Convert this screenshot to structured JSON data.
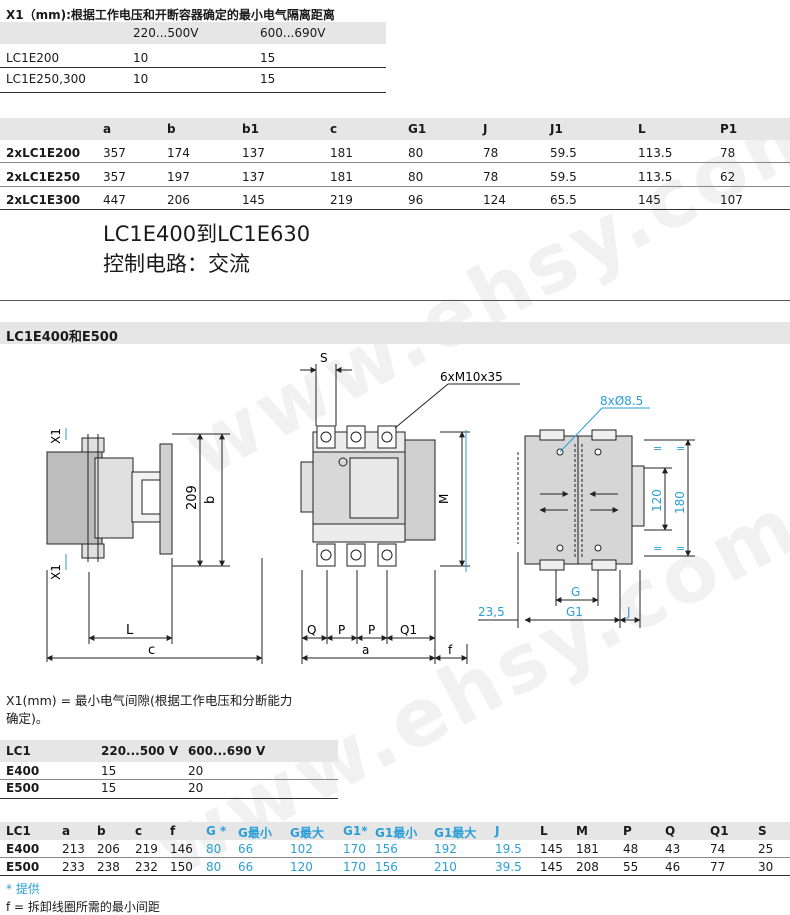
{
  "x1_table": {
    "title": "X1（mm):根据工作电压和开断容器确定的最小电气隔离距离",
    "headers": [
      "",
      "220...500V",
      "600...690V"
    ],
    "rows": [
      [
        "LC1E200",
        "10",
        "15"
      ],
      [
        "LC1E250,300",
        "10",
        "15"
      ]
    ]
  },
  "dim_table_1": {
    "headers": [
      "",
      "a",
      "b",
      "b1",
      "c",
      "G1",
      "J",
      "J1",
      "L",
      "P1"
    ],
    "rows": [
      [
        "2xLC1E200",
        "357",
        "174",
        "137",
        "181",
        "80",
        "78",
        "59.5",
        "113.5",
        "78"
      ],
      [
        "2xLC1E250",
        "357",
        "197",
        "137",
        "181",
        "80",
        "78",
        "59.5",
        "113.5",
        "62"
      ],
      [
        "2xLC1E300",
        "447",
        "206",
        "145",
        "219",
        "96",
        "124",
        "65.5",
        "145",
        "107"
      ]
    ]
  },
  "section_title": {
    "line1": "LC1E400到LC1E630",
    "line2": "控制电路：交流"
  },
  "band_title": "LC1E400和E500",
  "drawing_labels": {
    "x1_top": "X1",
    "x1_bottom": "X1",
    "dim_209": "209",
    "dim_b": "b",
    "dim_L": "L",
    "dim_c": "c",
    "dim_S": "S",
    "screw": "6xM10x35",
    "dim_M": "M",
    "dim_Q": "Q",
    "dim_P1": "P",
    "dim_P2": "P",
    "dim_Q1": "Q1",
    "dim_a": "a",
    "dim_f": "f",
    "holes": "8xØ8.5",
    "dim_120": "120",
    "dim_180": "180",
    "dim_G": "G",
    "dim_G1": "G1",
    "dim_J": "J",
    "dim_235": "23,5",
    "eq": "="
  },
  "x1_note": {
    "line1": "X1(mm) = 最小电气间隙(根据工作电压和分断能力",
    "line2": "确定)。"
  },
  "x1_table_2": {
    "headers": [
      "LC1",
      "220...500 V",
      "600...690 V"
    ],
    "rows": [
      [
        "E400",
        "15",
        "20"
      ],
      [
        "E500",
        "15",
        "20"
      ]
    ]
  },
  "dim_table_2": {
    "headers": [
      "LC1",
      "a",
      "b",
      "c",
      "f",
      "G *",
      "G最小",
      "G最大",
      "G1*",
      "G1最小",
      "G1最大",
      "J",
      "L",
      "M",
      "P",
      "Q",
      "Q1",
      "S"
    ],
    "rows": [
      [
        "E400",
        "213",
        "206",
        "219",
        "146",
        "80",
        "66",
        "102",
        "170",
        "156",
        "192",
        "19.5",
        "145",
        "181",
        "48",
        "43",
        "74",
        "25"
      ],
      [
        "E500",
        "233",
        "238",
        "232",
        "150",
        "80",
        "66",
        "120",
        "170",
        "156",
        "210",
        "39.5",
        "145",
        "208",
        "55",
        "46",
        "77",
        "30"
      ]
    ]
  },
  "footnotes": {
    "star": "* 提供",
    "f_note": "f = 拆卸线圈所需的最小间距"
  },
  "watermark": "www.ehsy.com",
  "colors": {
    "accent_blue": "#2a9fd6",
    "band_gray": "#e6e6e6"
  }
}
